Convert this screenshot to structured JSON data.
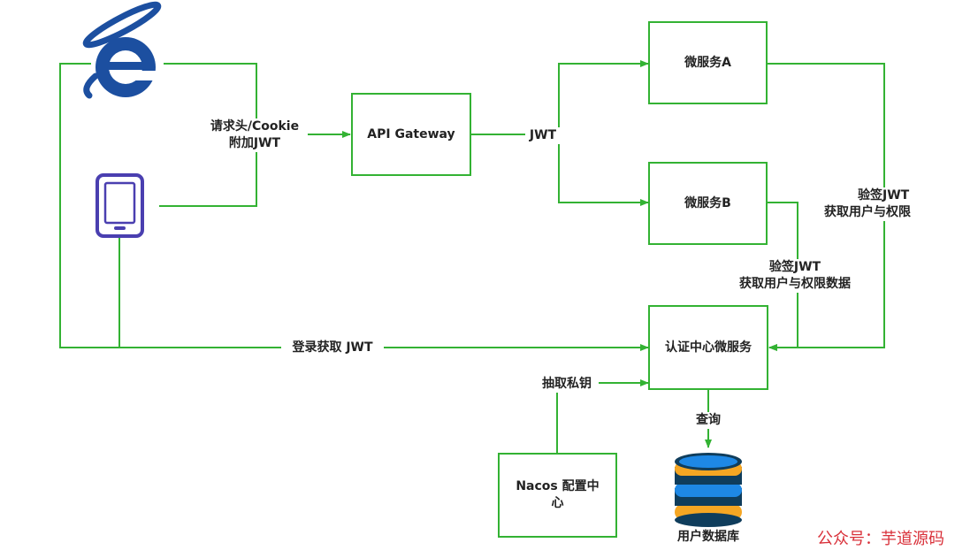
{
  "nodes": {
    "gateway": "API Gateway",
    "service_a": "微服务A",
    "service_b": "微服务B",
    "auth_service": "认证中心微服务",
    "nacos": "Nacos 配置中\n心",
    "user_db": "用户数据库"
  },
  "edge_labels": {
    "request_header_line1": "请求头/Cookie",
    "request_header_line2": "附加JWT",
    "jwt": "JWT",
    "verify_right_line1": "验签JWT",
    "verify_right_line2": "获取用户与权限",
    "verify_b_line1": "验签JWT",
    "verify_b_line2": "获取用户与权限数据",
    "login": "登录获取 JWT",
    "extract_key": "抽取私钥",
    "query": "查询"
  },
  "icons": {
    "browser": "internet-explorer-icon",
    "tablet": "tablet-icon",
    "database": "database-icon"
  },
  "watermark": "公众号：芋道源码",
  "colors": {
    "line": "#33b233",
    "box_border": "#33b233",
    "ie_blue": "#1c4fa0",
    "tablet_purple": "#4a3fb0",
    "db_dark": "#0f3d5c",
    "db_orange": "#f5a623",
    "db_blue": "#1e88e5",
    "watermark": "#d9313a"
  }
}
